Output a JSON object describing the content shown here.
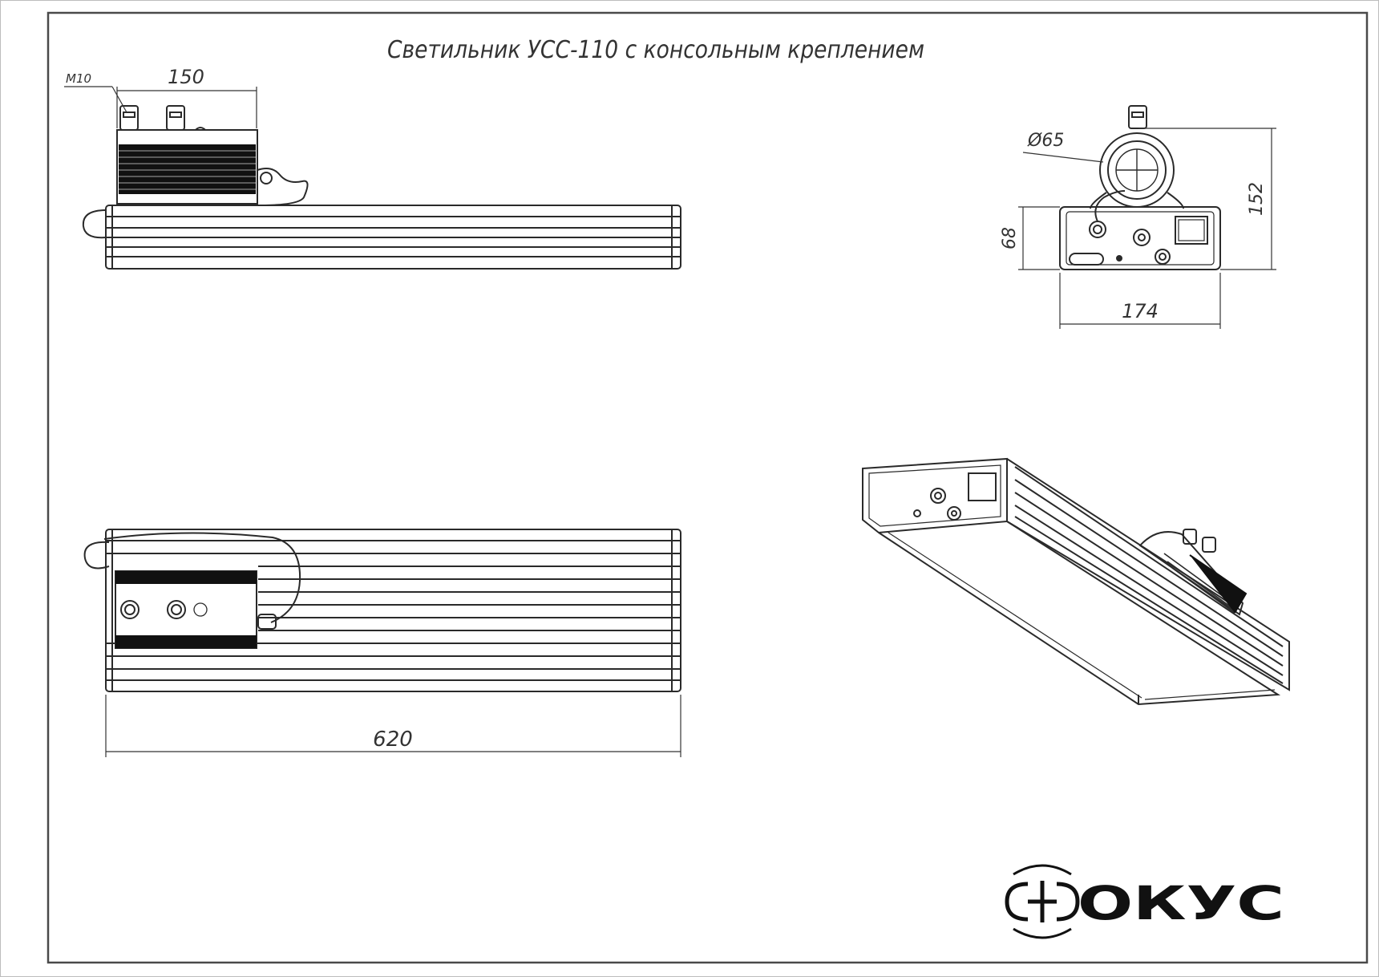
{
  "title": "Светильник УСС-110 с консольным креплением",
  "dimensions": {
    "m10": "M10",
    "width_150": "150",
    "diameter_65": "Ø65",
    "height_152": "152",
    "height_68": "68",
    "width_174": "174",
    "length_620": "620"
  },
  "brand": {
    "name": "ОКУС",
    "colors": {
      "line": "#2a2a2a",
      "dark_fill": "#111111",
      "frame": "#4a4a4a"
    }
  }
}
